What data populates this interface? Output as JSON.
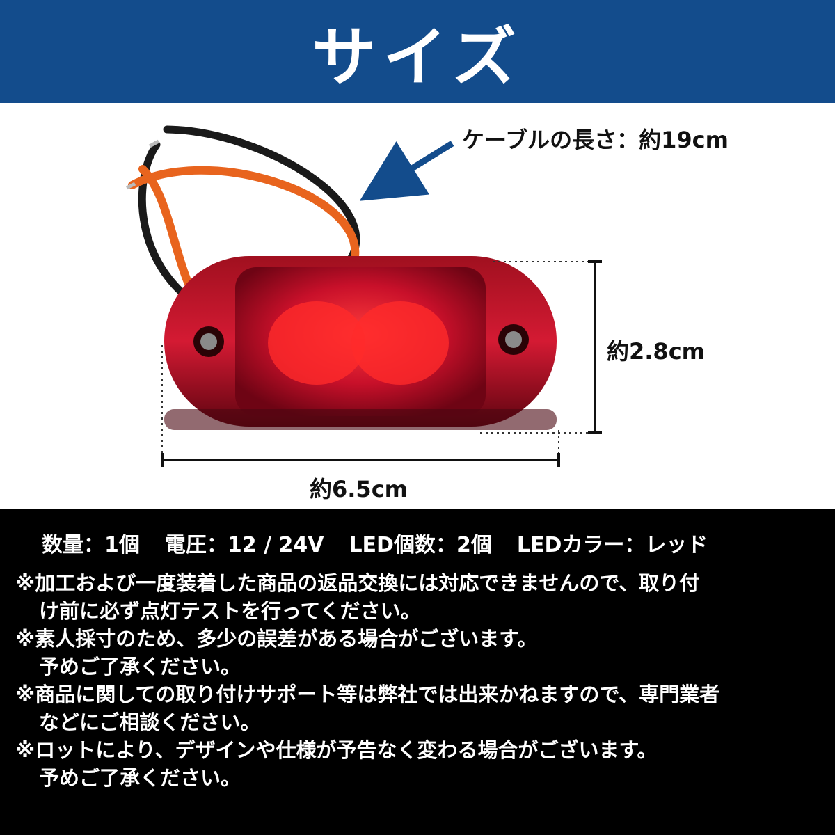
{
  "header": {
    "title": "サイズ"
  },
  "dimensions": {
    "cable_length": "ケーブルの長さ：約19cm",
    "height": "約2.8cm",
    "width": "約6.5cm"
  },
  "specs": [
    "数量：1個",
    "電圧：12 / 24V",
    "LED個数：2個",
    "LEDカラー：レッド"
  ],
  "notes": [
    "※加工および一度装着した商品の返品交換には対応できませんので、取り付",
    "け前に必ず点灯テストを行ってください。",
    "※素人採寸のため、多少の誤差がある場合がございます。",
    "予めご了承ください。",
    "※商品に関しての取り付けサポート等は弊社では出来かねますので、専門業者",
    "などにご相談ください。",
    "※ロットにより、デザインや仕様が予告なく変わる場合がございます。",
    "予めご了承ください。"
  ],
  "colors": {
    "header_bg": "#134c8c",
    "lamp_red": "#c0122a",
    "arrow_blue": "#134c8c",
    "cable_orange": "#e8641e"
  }
}
